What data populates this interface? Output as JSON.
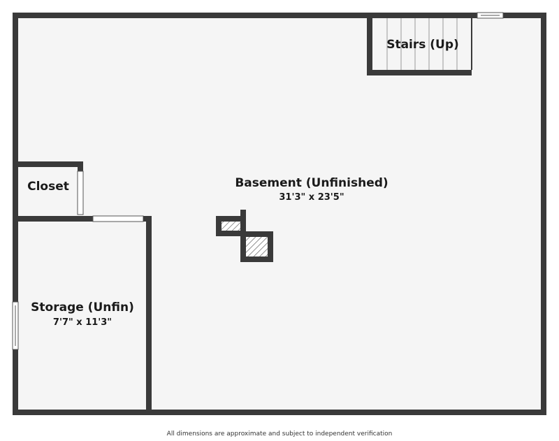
{
  "rooms": {
    "basement": {
      "name": "Basement (Unfinished)",
      "dimensions": "31'3\" x 23'5\""
    },
    "stairs": {
      "name": "Stairs (Up)"
    },
    "closet": {
      "name": "Closet"
    },
    "storage": {
      "name": "Storage (Unfin)",
      "dimensions": "7'7\" x 11'3\""
    }
  },
  "footer": {
    "disclaimer": "All dimensions are approximate and subject to independent verification"
  },
  "colors": {
    "wall": "#3a3a3a",
    "floor": "#f5f5f5"
  }
}
